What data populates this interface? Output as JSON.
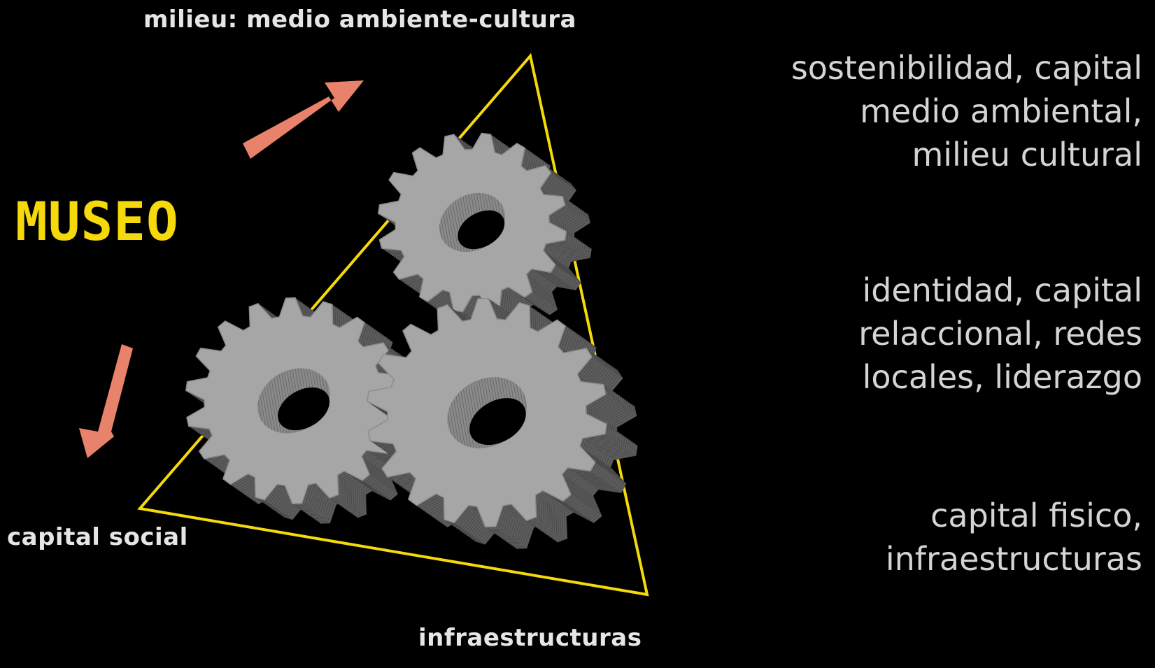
{
  "labels": {
    "top": "milieu: medio ambiente-cultura",
    "left": "capital social",
    "bottom": "infraestructuras"
  },
  "title": "MUSEO",
  "descriptions": [
    {
      "lines": [
        "sostenibilidad, capital",
        "medio ambiental,",
        "milieu cultural"
      ]
    },
    {
      "lines": [
        "identidad, capital",
        "relaccional, redes",
        "locales, liderazgo"
      ]
    },
    {
      "lines": [
        "capital fisico,",
        "infraestructuras"
      ]
    }
  ],
  "colors": {
    "background": "#000000",
    "triangle": "#f5d90a",
    "arrows": "#e8826a",
    "gears": "#a6a6a6",
    "title": "#f5d90a"
  },
  "icons": [
    "gear-icon",
    "gear-icon",
    "gear-icon",
    "arrow-up-right-icon",
    "arrow-down-left-icon"
  ]
}
